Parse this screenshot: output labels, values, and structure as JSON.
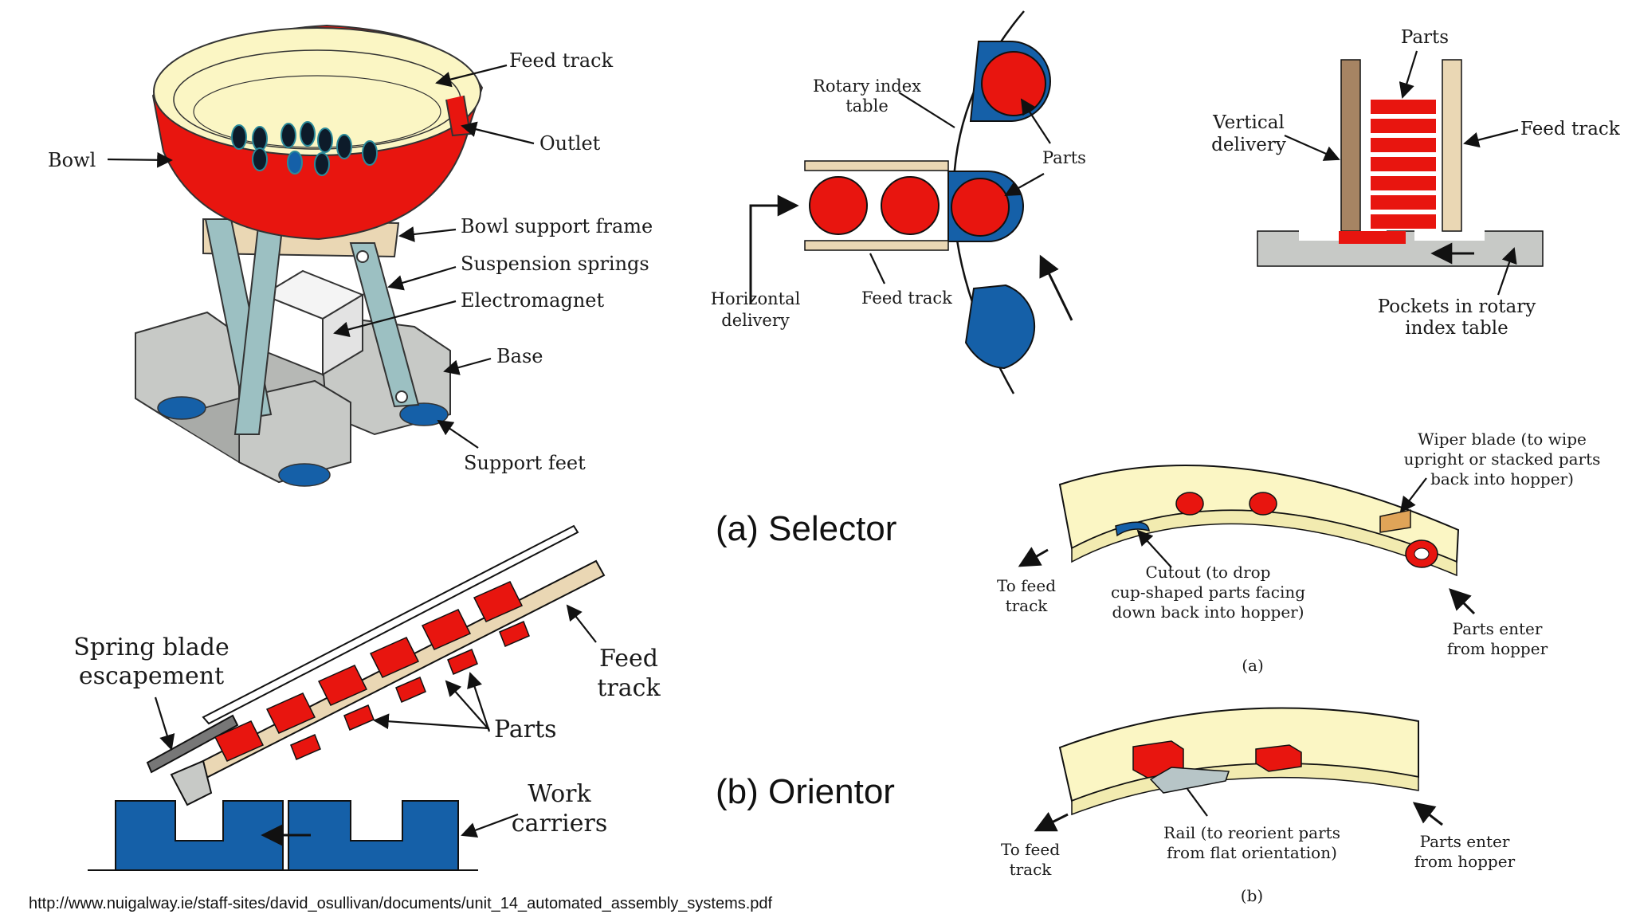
{
  "bowl_feeder": {
    "feed_track": "Feed track",
    "outlet": "Outlet",
    "bowl": "Bowl",
    "bowl_support_frame": "Bowl support frame",
    "suspension_springs": "Suspension springs",
    "electromagnet": "Electromagnet",
    "base": "Base",
    "support_feet": "Support feet"
  },
  "rotary_index": {
    "rotary_index_table": [
      "Rotary index",
      "table"
    ],
    "parts": "Parts",
    "horizontal_delivery": [
      "Horizontal",
      "delivery"
    ],
    "feed_track": "Feed track"
  },
  "vertical_delivery": {
    "parts": "Parts",
    "vertical_delivery": [
      "Vertical",
      "delivery"
    ],
    "feed_track": "Feed track",
    "pockets": [
      "Pockets in rotary",
      "index table"
    ]
  },
  "headings": {
    "selector": "(a) Selector",
    "orientor": "(b) Orientor"
  },
  "escapement": {
    "spring_blade": [
      "Spring blade",
      "escapement"
    ],
    "feed_track": [
      "Feed",
      "track"
    ],
    "parts": "Parts",
    "work_carriers": [
      "Work",
      "carriers"
    ]
  },
  "selector_track": {
    "wiper_blade": [
      "Wiper blade (to wipe",
      "upright or stacked parts",
      "back into hopper)"
    ],
    "to_feed_track": [
      "To feed",
      "track"
    ],
    "cutout": [
      "Cutout (to drop",
      "cup-shaped parts facing",
      "down back into hopper)"
    ],
    "parts_enter": [
      "Parts enter",
      "from hopper"
    ],
    "caption": "(a)"
  },
  "orientor_track": {
    "to_feed_track": [
      "To feed",
      "track"
    ],
    "rail": [
      "Rail (to reorient parts",
      "from flat orientation)"
    ],
    "parts_enter": [
      "Parts enter",
      "from hopper"
    ],
    "caption": "(b)"
  },
  "source_url": "http://www.nuigalway.ie/staff-sites/david_osullivan/documents/unit_14_automated_assembly_systems.pdf",
  "colors": {
    "part_red": "#e8150f",
    "blue": "#1560a8",
    "cream": "#fbf6c4",
    "grey": "#c7c9c6",
    "frame": "#9cc0c2",
    "tan": "#ead7b4"
  }
}
